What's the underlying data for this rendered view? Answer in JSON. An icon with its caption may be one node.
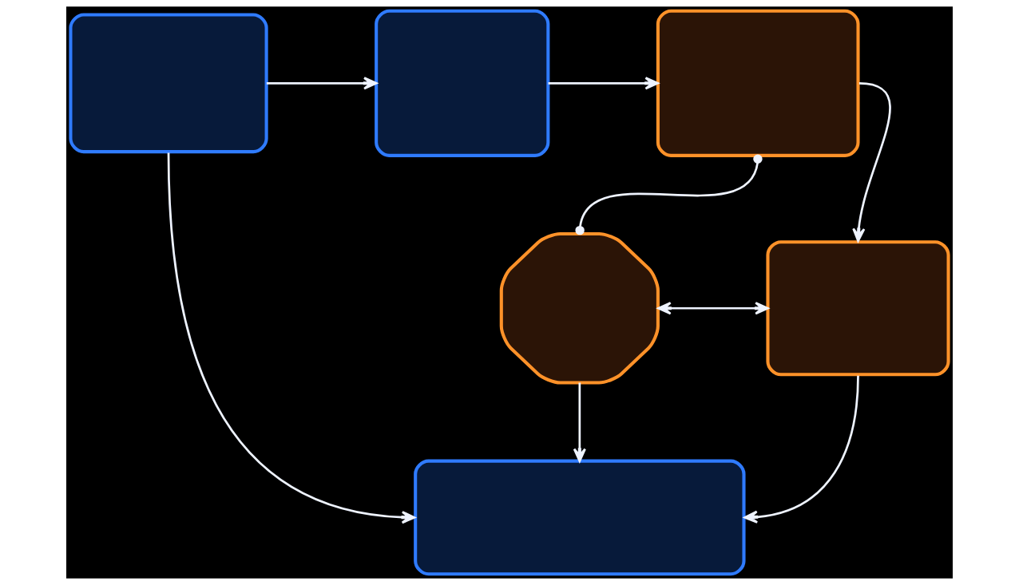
{
  "diagram": {
    "nodes": [
      {
        "text": [],
        "shape": "box"
      },
      {
        "text": [],
        "shape": "box"
      },
      {
        "text": [],
        "shape": "box"
      },
      {
        "text": [],
        "shape": "octagon"
      },
      {
        "text": [],
        "shape": "box"
      },
      {
        "text": [],
        "shape": "box"
      }
    ],
    "edges": [
      {
        "from": 0,
        "to": 1,
        "arrow": "to"
      },
      {
        "from": 1,
        "to": 2,
        "arrow": "to"
      },
      {
        "from": 2,
        "to": 4,
        "arrow": "to"
      },
      {
        "from": 2,
        "to": 3,
        "arrow": "other"
      },
      {
        "from": 3,
        "to": 4,
        "arrow": "both"
      },
      {
        "from": 3,
        "to": 5,
        "arrow": "to"
      },
      {
        "from": 0,
        "to": 5,
        "arrow": "to"
      },
      {
        "from": 4,
        "to": 5,
        "arrow": "to"
      }
    ]
  }
}
